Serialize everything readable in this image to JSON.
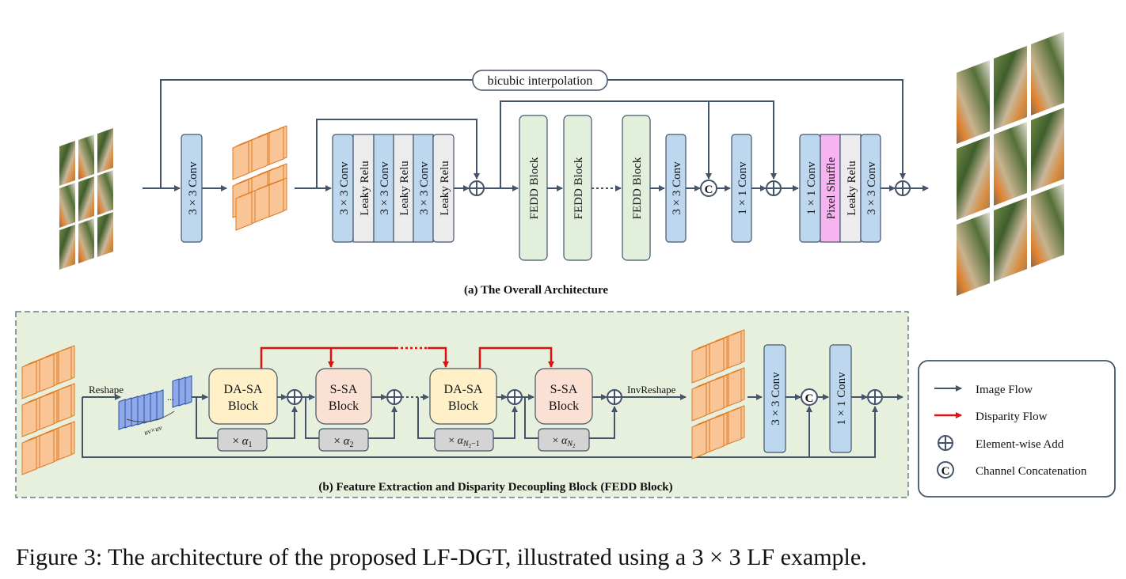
{
  "overall": {
    "title": "(a) The Overall Architecture",
    "skip_label": "bicubic interpolation",
    "conv3x3": "3 × 3 Conv",
    "conv1x1": "1 × 1 Conv",
    "leaky_relu": "Leaky Relu",
    "pixel_shuffle": "Pixel Shuffle",
    "fedd_block": "FEDD Block",
    "concat_symbol": "C"
  },
  "fedd": {
    "title": "(b) Feature Extraction and Disparity Decoupling Block (FEDD Block)",
    "reshape_label": "Reshape",
    "invreshape_label": "InvReshape",
    "uv_label": "uv×uv",
    "dasa_line1": "DA-SA",
    "dasa_line2": "Block",
    "ssa_line1": "S-SA",
    "ssa_line2": "Block",
    "alpha1_times": "×",
    "alpha1_sym": "α",
    "alpha1_sub": "1",
    "alpha2_times": "×",
    "alpha2_sym": "α",
    "alpha2_sub": "2",
    "alpha3_times": "×",
    "alpha3_sym": "α",
    "alpha3_sub": "N",
    "alpha3_subsub": "2",
    "alpha3_tail": "−1",
    "alpha4_times": "×",
    "alpha4_sym": "α",
    "alpha4_sub": "N",
    "alpha4_subsub": "2",
    "conv3x3": "3 × 3 Conv",
    "conv1x1": "1 × 1 Conv",
    "concat_symbol": "C"
  },
  "legend": {
    "image_flow": "Image Flow",
    "disparity_flow": "Disparity Flow",
    "element_add": "Element-wise Add",
    "channel_concat": "Channel Concatenation",
    "concat_symbol": "C"
  },
  "caption": "Figure 3: The architecture of the proposed LF-DGT, illustrated using a 3 × 3 LF example.",
  "colors": {
    "conv_blue": "#bdd7ee",
    "relu_gray": "#ececec",
    "fedd_green": "#e2efda",
    "panel_green": "#e6f0dc",
    "pixel_shuffle_pink": "#f7b4f0",
    "attn_yellow": "#fff0c8",
    "attn_peach": "#fbe0d4",
    "alpha_gray": "#d4d4d4",
    "feature_orange": "#f4a35c",
    "arrow_dark": "#44546a",
    "disparity_red": "#e01010"
  }
}
